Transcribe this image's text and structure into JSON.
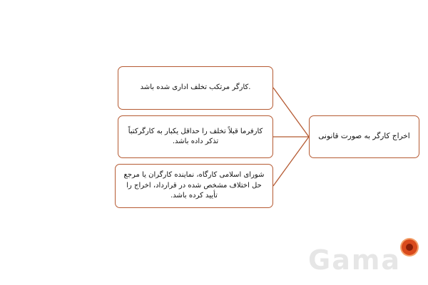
{
  "nodes": {
    "cause_1": ".کارگر مرتکب تخلف اداری شده باشد",
    "cause_2": "کارفرما قبلاً تخلف را حداقل یکبار به کارگرکتباً تذکر داده باشد.",
    "cause_3": "شورای اسلامی کارگاه، نماینده کارگران یا مرجع حل اختلاف مشخص شده در قرارداد، اخراج را تأیید کرده باشد.",
    "result": "اخراج کارگر به صورت قانونی"
  },
  "branding": {
    "watermark": "Gama"
  },
  "colors": {
    "border": "#b55a32",
    "connector": "#b55a32"
  }
}
